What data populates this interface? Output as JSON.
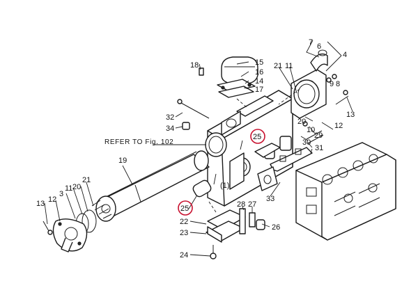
{
  "diagram": {
    "reference_note": "REFER TO Fig. 102",
    "assembly_label": "(1)",
    "highlight_color": "#c8102e",
    "callouts": {
      "c3": "3",
      "c4": "4",
      "c6": "6",
      "c7": "7",
      "c8": "8",
      "c9": "9",
      "c10": "10",
      "c11_left": "11",
      "c11_right": "11",
      "c12_left": "12",
      "c12_right": "12",
      "c13_left": "13",
      "c13_right": "13",
      "c14": "14",
      "c15": "15",
      "c16": "16",
      "c17": "17",
      "c18": "18",
      "c19": "19",
      "c20_left": "20",
      "c20_right": "20",
      "c21_left": "21",
      "c21_right": "21",
      "c22": "22",
      "c23": "23",
      "c24": "24",
      "c25_top": "25",
      "c25_bottom": "25",
      "c26": "26",
      "c27": "27",
      "c28": "28",
      "c29": "29",
      "c30": "30",
      "c31": "31",
      "c32": "32",
      "c33": "33",
      "c34": "34"
    }
  }
}
